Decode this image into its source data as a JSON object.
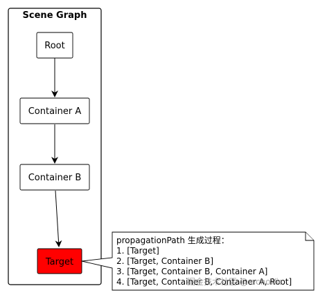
{
  "scene_graph": {
    "title": "Scene Graph"
  },
  "nodes": {
    "root": {
      "label": "Root"
    },
    "container_a": {
      "label": "Container A"
    },
    "container_b": {
      "label": "Container B"
    },
    "target": {
      "label": "Target",
      "fill": "#ff0000"
    }
  },
  "note": {
    "heading": "propagationPath 生成过程：",
    "lines": [
      "1. [Target]",
      "2. [Target, Container B]",
      "3. [Target, Container B, Container A]",
      "4. [Target, Container B, Container A, Root]"
    ]
  },
  "watermark": {
    "text": "掘金技术社区 @ echoVic"
  }
}
